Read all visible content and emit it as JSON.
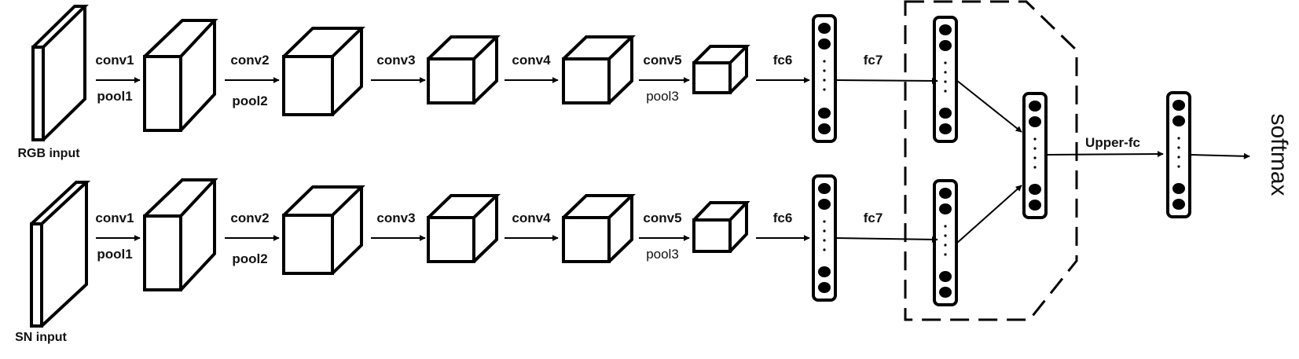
{
  "streams": [
    {
      "input_label": "RGB input",
      "layer_labels": [
        {
          "top": "conv1",
          "bottom": "pool1"
        },
        {
          "top": "conv2",
          "bottom": "pool2"
        },
        {
          "top": "conv3",
          "bottom": ""
        },
        {
          "top": "conv4",
          "bottom": ""
        },
        {
          "top": "conv5",
          "bottom": "pool3"
        },
        {
          "top": "fc6",
          "bottom": ""
        },
        {
          "top": "fc7",
          "bottom": ""
        }
      ]
    },
    {
      "input_label": "SN input",
      "layer_labels": [
        {
          "top": "conv1",
          "bottom": "pool1"
        },
        {
          "top": "conv2",
          "bottom": "pool2"
        },
        {
          "top": "conv3",
          "bottom": ""
        },
        {
          "top": "conv4",
          "bottom": ""
        },
        {
          "top": "conv5",
          "bottom": "pool3"
        },
        {
          "top": "fc6",
          "bottom": ""
        },
        {
          "top": "fc7",
          "bottom": ""
        }
      ]
    }
  ],
  "fusion": {
    "upper_fc_label": "Upper-fc",
    "output_label": "softmax"
  }
}
